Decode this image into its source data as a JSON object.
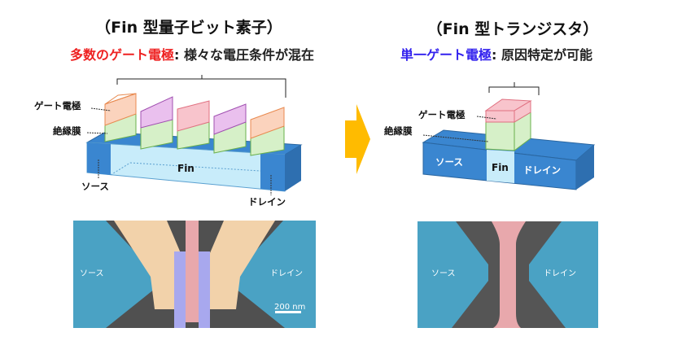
{
  "left": {
    "title": "（Fin 型量子ビット素子）",
    "subtitle_highlight": "多数のゲート電極",
    "subtitle_rest": ": 様々な電圧条件が混在",
    "highlight_color": "#ee2222",
    "labels": {
      "gate": "ゲート電極",
      "insulator": "絶縁膜",
      "fin": "Fin",
      "source": "ソース",
      "drain": "ドレイン"
    },
    "sem": {
      "source": "ソース",
      "drain": "ドレイン",
      "scale": "200 nm"
    }
  },
  "right": {
    "title": "（Fin 型トランジスタ）",
    "subtitle_highlight": "単一ゲート電極",
    "subtitle_rest": ": 原因特定が可能",
    "highlight_color": "#3322ee",
    "labels": {
      "gate": "ゲート電極",
      "insulator": "絶縁膜",
      "fin": "Fin",
      "source": "ソース",
      "drain": "ドレイン"
    },
    "sem": {
      "source": "ソース",
      "drain": "ドレイン"
    }
  },
  "colors": {
    "arrow": "#ffbb00",
    "body": "#3a86d0",
    "fin": "#c8ecfa",
    "insulator": "#d6f0c8",
    "gate_orange": "#fbd3bd",
    "gate_purple": "#eac0ee",
    "gate_pink": "#f8c4cc"
  }
}
